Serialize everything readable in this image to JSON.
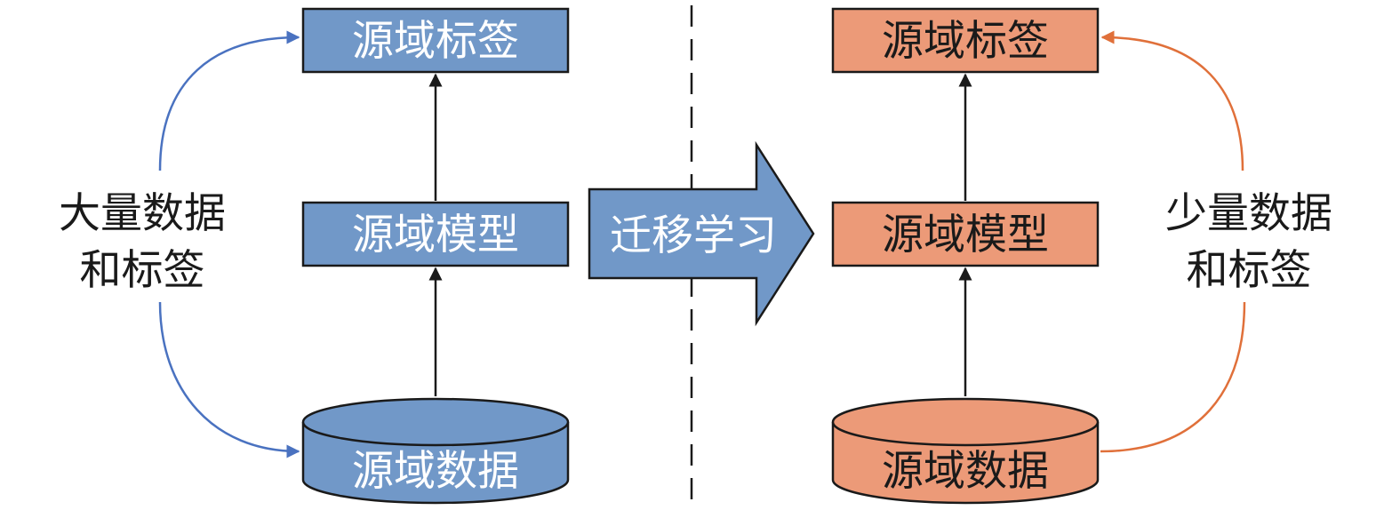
{
  "left": {
    "label_box": "源域标签",
    "model_box": "源域模型",
    "data_cylinder": "源域数据",
    "side_text": [
      "大量数据",
      "和标签"
    ]
  },
  "middle": {
    "transfer_arrow": "迁移学习"
  },
  "right": {
    "label_box": "源域标签",
    "model_box": "源域模型",
    "data_cylinder": "源域数据",
    "side_text": [
      "少量数据",
      "和标签"
    ]
  },
  "colors": {
    "blue_fill": "#7198c8",
    "blue_curve": "#4a72c0",
    "orange_fill": "#ec9a78",
    "orange_curve": "#e0703a",
    "stroke": "#1a1a1a"
  }
}
